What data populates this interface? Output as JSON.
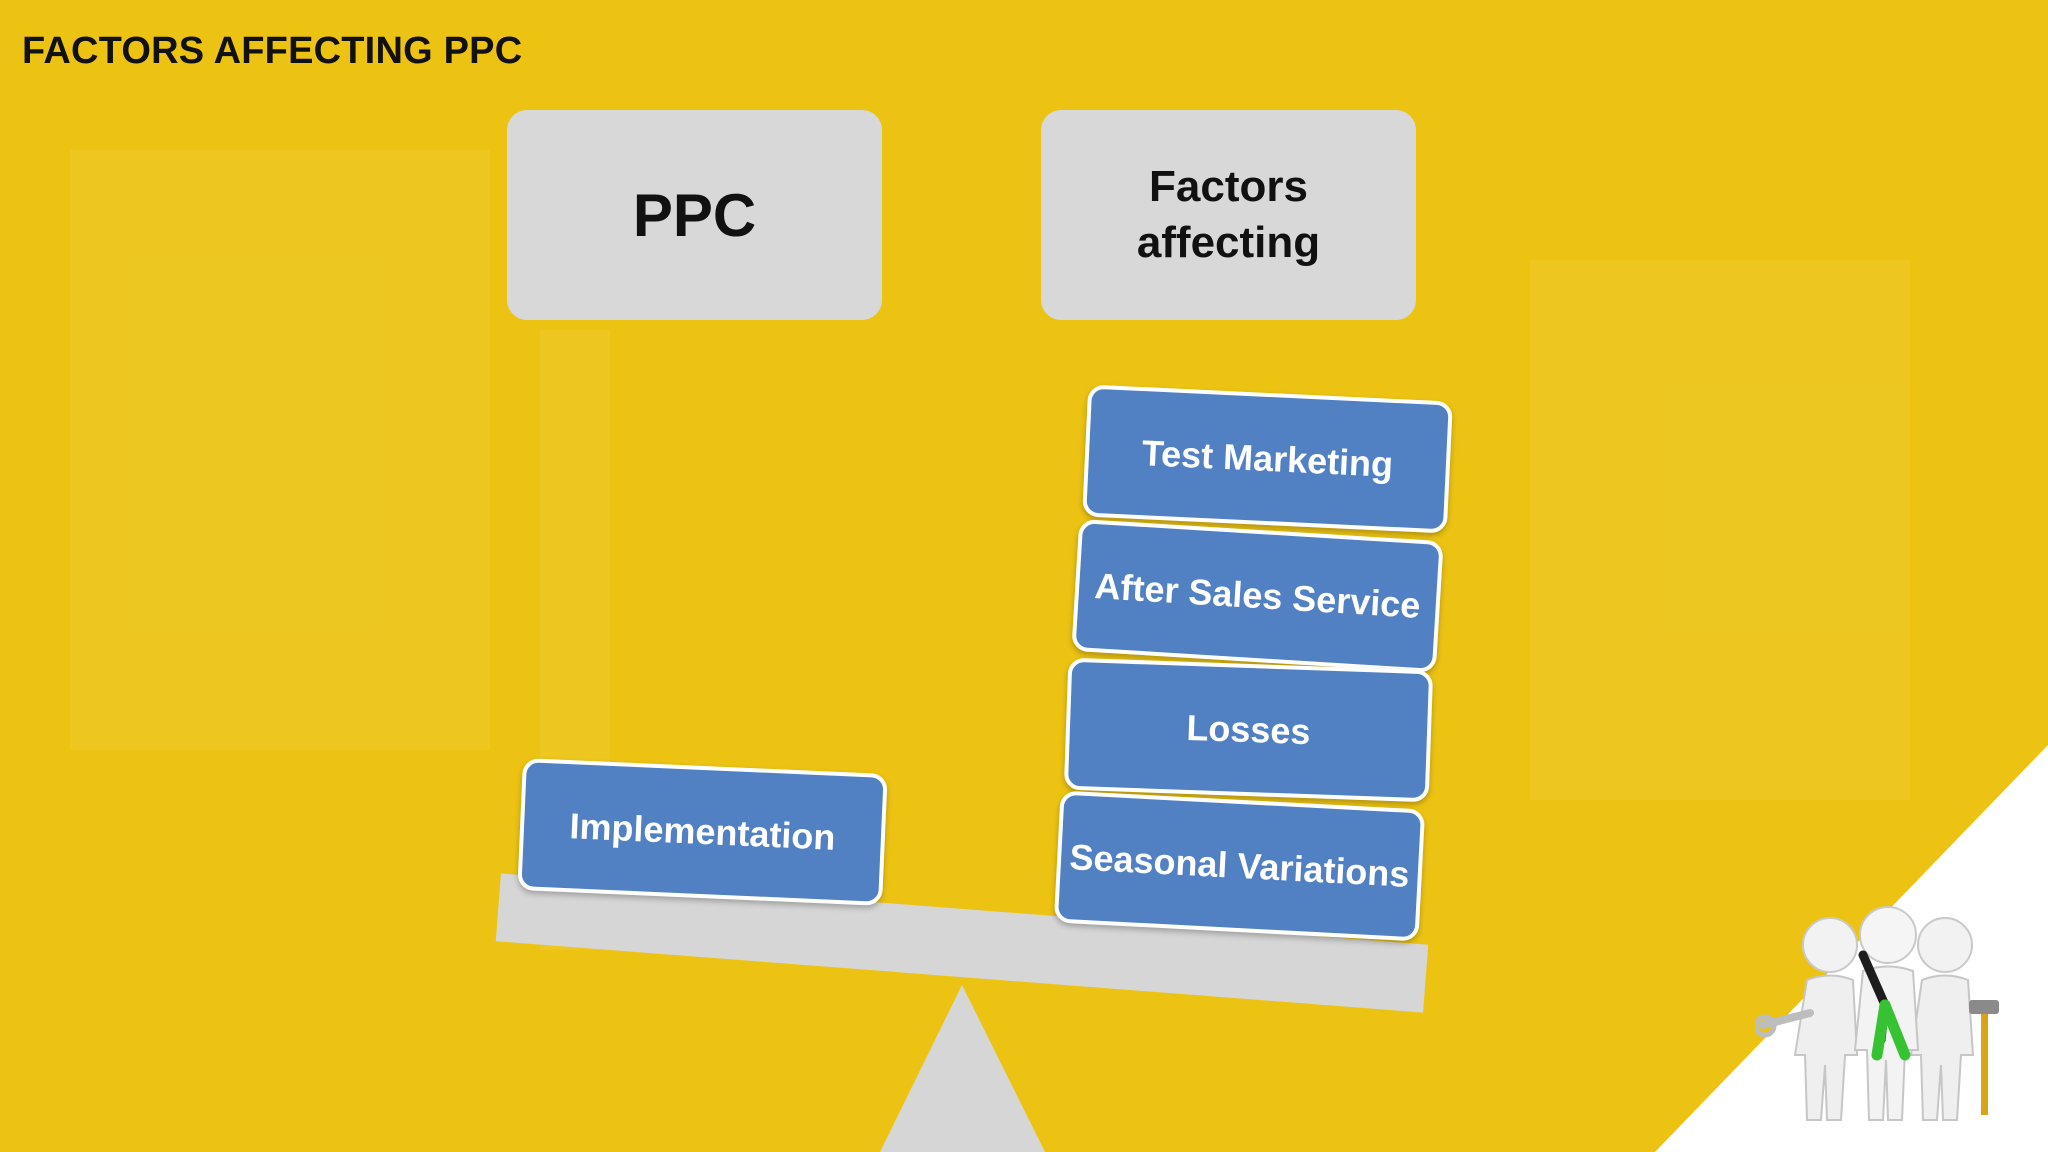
{
  "slide": {
    "title": "FACTORS AFFECTING PPC",
    "colors": {
      "background": "#ecc313",
      "box_gray": "#d8d8d8",
      "block_blue": "#5181c3",
      "beam_gray": "#d6d6d6"
    }
  },
  "diagram": {
    "left_header": "PPC",
    "right_header": "Factors affecting",
    "left_pan_blocks": [
      "Implementation"
    ],
    "right_pan_blocks": [
      "Test Marketing",
      "After Sales Service",
      "Losses",
      "Seasonal Variations"
    ]
  },
  "decoration": {
    "icon": "three-people-with-tools-icon"
  }
}
